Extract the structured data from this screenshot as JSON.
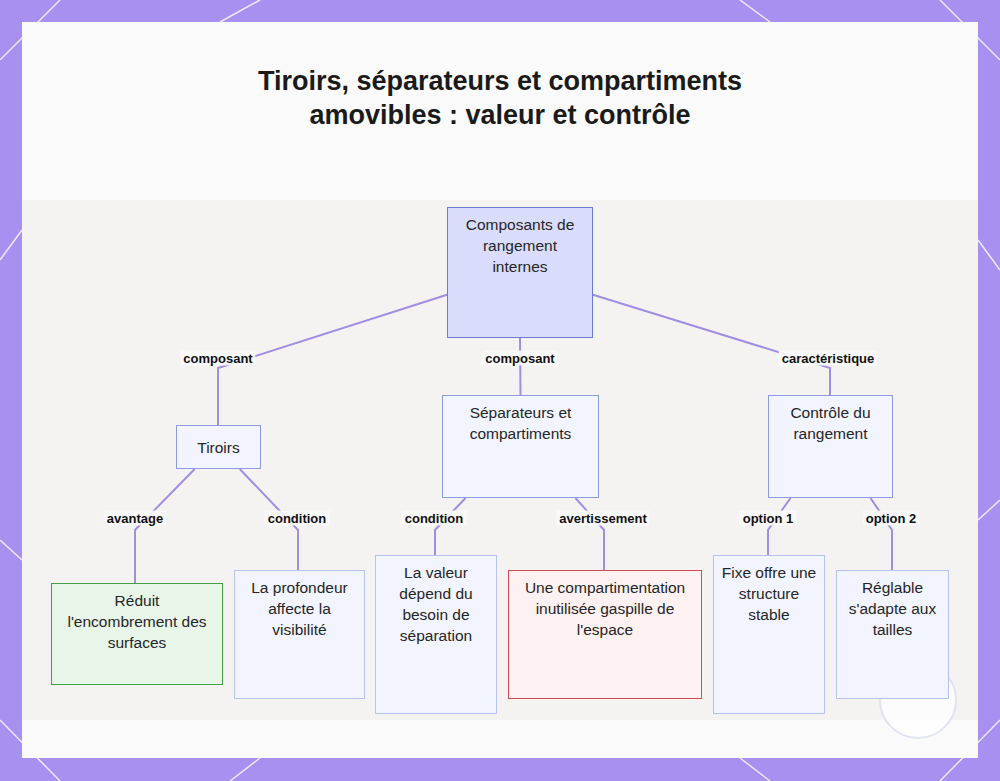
{
  "diagram": {
    "title": "Tiroirs, séparateurs et compartiments amovibles : valeur et contrôle",
    "nodes": [
      {
        "text": [
          "Composants de rangement internes"
        ]
      },
      {
        "text": [
          "Tiroirs"
        ]
      },
      {
        "text": [
          "Séparateurs et compartiments"
        ]
      },
      {
        "text": [
          "Contrôle du rangement"
        ]
      },
      {
        "text": [
          "Réduit l'encombrement des surfaces"
        ]
      },
      {
        "text": [
          "La profondeur affecte la visibilité"
        ]
      },
      {
        "text": [
          "La valeur dépend du besoin de séparation"
        ]
      },
      {
        "text": [
          "Une compartimentation inutilisée gaspille de l'espace"
        ]
      },
      {
        "text": [
          "Fixe offre une structure stable"
        ]
      },
      {
        "text": [
          "Réglable s'adapte aux tailles"
        ]
      }
    ],
    "edges": [
      {
        "from": 0,
        "to": 1,
        "label": "composant",
        "arrow": "none"
      },
      {
        "from": 0,
        "to": 2,
        "label": "composant",
        "arrow": "none"
      },
      {
        "from": 0,
        "to": 3,
        "label": "caractéristique",
        "arrow": "none"
      },
      {
        "from": 1,
        "to": 4,
        "label": "avantage",
        "arrow": "none"
      },
      {
        "from": 1,
        "to": 5,
        "label": "condition",
        "arrow": "none"
      },
      {
        "from": 2,
        "to": 6,
        "label": "condition",
        "arrow": "none"
      },
      {
        "from": 2,
        "to": 7,
        "label": "avertissement",
        "arrow": "none"
      },
      {
        "from": 3,
        "to": 8,
        "label": "option 1",
        "arrow": "none"
      },
      {
        "from": 3,
        "to": 9,
        "label": "option 2",
        "arrow": "none"
      }
    ]
  }
}
